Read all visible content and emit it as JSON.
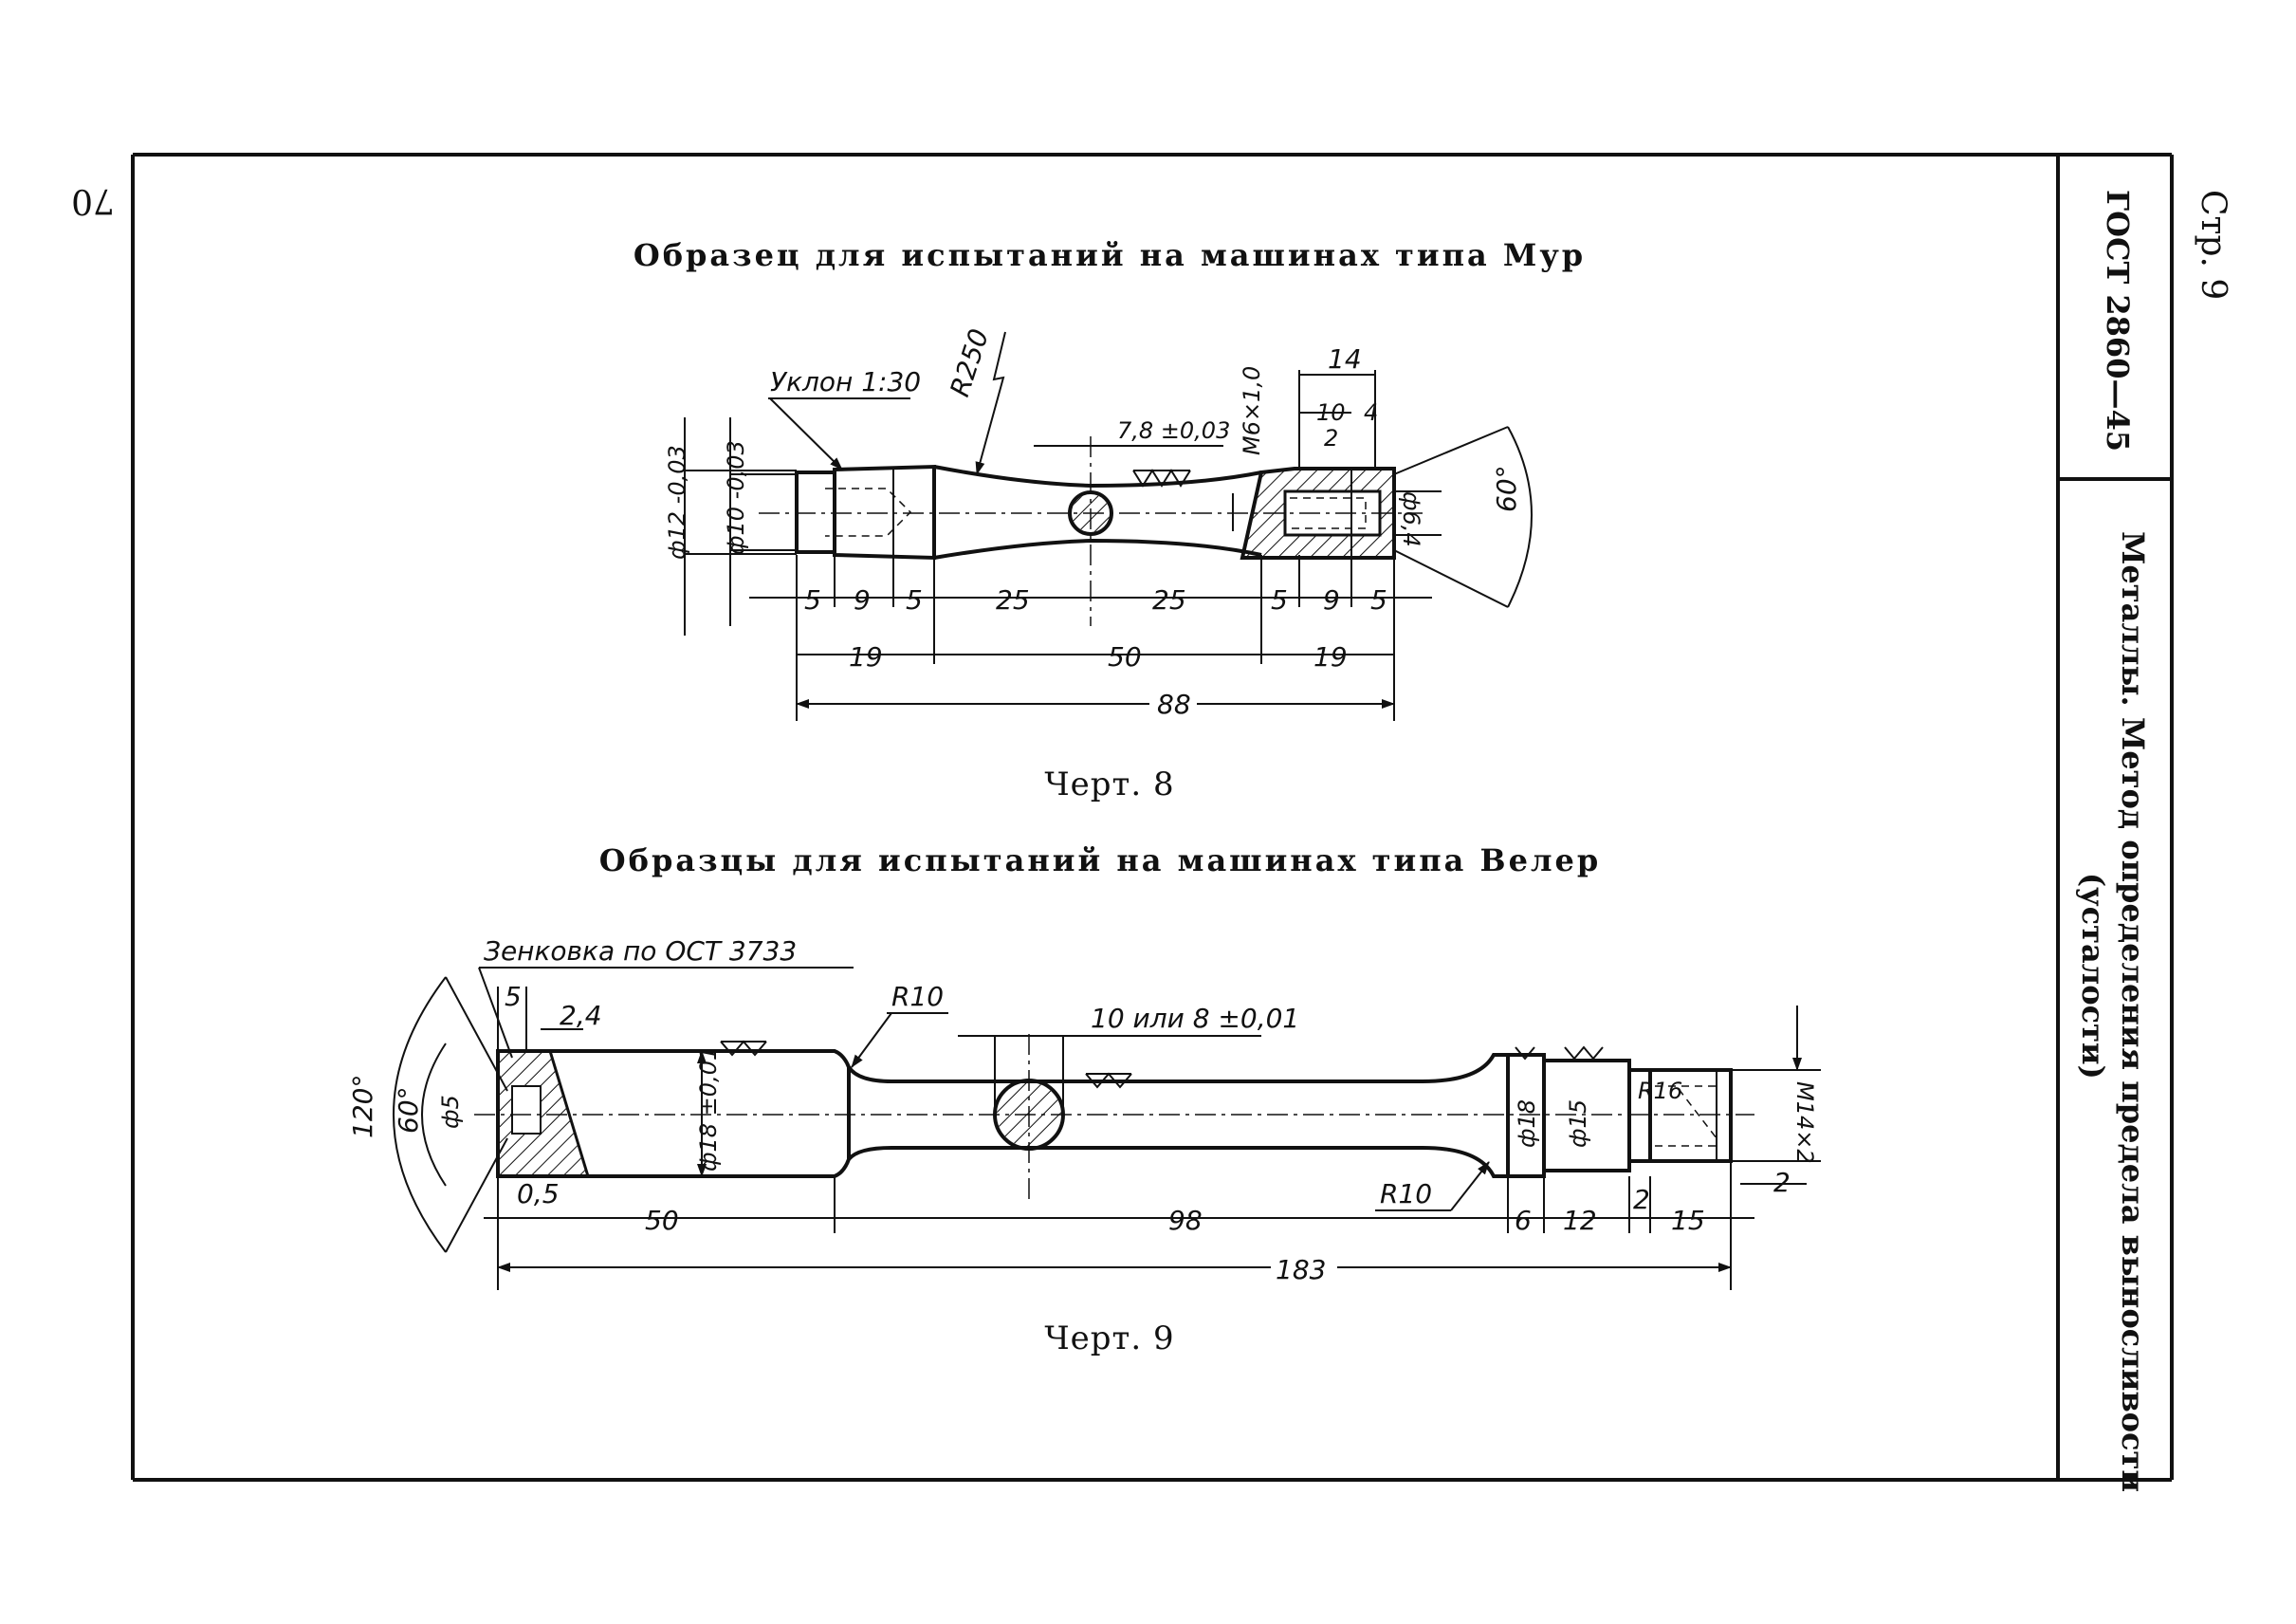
{
  "page": {
    "page_number_left": "70",
    "page_label_right": "Стр. 9",
    "standard": "ГОСТ 2860—45",
    "doc_title_line1": "Металлы. Метод определения предела выносливости",
    "doc_title_line2": "(усталости)"
  },
  "figure8": {
    "title": "Образец для испытаний на машинах типа Мур",
    "caption": "Черт. 8",
    "annotations": {
      "slope": "Уклон 1:30",
      "radius": "R250",
      "section_dim": "7,8 ±0,03",
      "thread": "M6×1,0",
      "dia12": "ф12 -0,03",
      "dia10": "ф10 -0,03",
      "dia64": "ф6,4",
      "angle": "60°"
    },
    "dims": {
      "d14": "14",
      "d10": "10",
      "d4": "4",
      "d2": "2",
      "seg": [
        "5",
        "9",
        "5",
        "25",
        "25",
        "5",
        "9",
        "5"
      ],
      "mid": [
        "19",
        "50",
        "19"
      ],
      "total": "88"
    }
  },
  "figure9": {
    "title": "Образцы для испытаний на машинах типа Велер",
    "caption": "Черт. 9",
    "annotations": {
      "countersink": "Зенковка по ОСТ 3733",
      "r10_top": "R10",
      "section_dim": "10 или 8 ±0,01",
      "r10_bottom": "R10",
      "r16": "R16",
      "dia18_01": "ф18 ±0,01",
      "dia18": "ф18",
      "dia15": "ф15",
      "dia5": "ф5",
      "thread": "M14×2",
      "angle120": "120°",
      "angle60": "60°"
    },
    "dims": {
      "d5": "5",
      "d24": "2,4",
      "d05": "0,5",
      "d50": "50",
      "d98": "98",
      "d6": "6",
      "d12": "12",
      "d2a": "2",
      "d15": "15",
      "d2b": "2",
      "total": "183"
    }
  }
}
